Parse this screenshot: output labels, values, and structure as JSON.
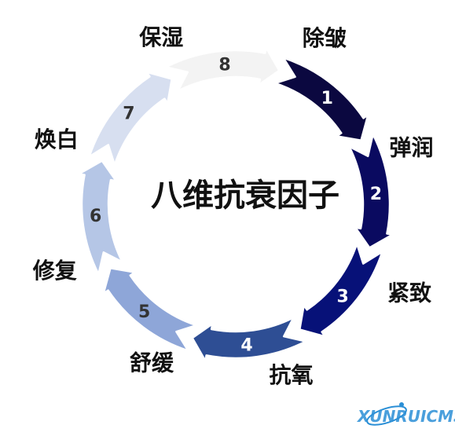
{
  "diagram": {
    "center_title": "八维抗衰因子",
    "segments": [
      {
        "number": "1",
        "label": "除皱",
        "color": "#0b0840",
        "text_color": "#ffffff"
      },
      {
        "number": "2",
        "label": "弹润",
        "color": "#0a0a60",
        "text_color": "#ffffff"
      },
      {
        "number": "3",
        "label": "紧致",
        "color": "#071178",
        "text_color": "#ffffff"
      },
      {
        "number": "4",
        "label": "抗氧",
        "color": "#2e4e94",
        "text_color": "#ffffff"
      },
      {
        "number": "5",
        "label": "舒缓",
        "color": "#8ea6d8",
        "text_color": "#333333"
      },
      {
        "number": "6",
        "label": "修复",
        "color": "#b5c6e6",
        "text_color": "#333333"
      },
      {
        "number": "7",
        "label": "焕白",
        "color": "#d7dff0",
        "text_color": "#333333"
      },
      {
        "number": "8",
        "label": "保湿",
        "color": "#f3f3f3",
        "text_color": "#333333"
      }
    ]
  },
  "watermark": {
    "text": "XUNRUICMS",
    "color": "#2b8fd6"
  }
}
